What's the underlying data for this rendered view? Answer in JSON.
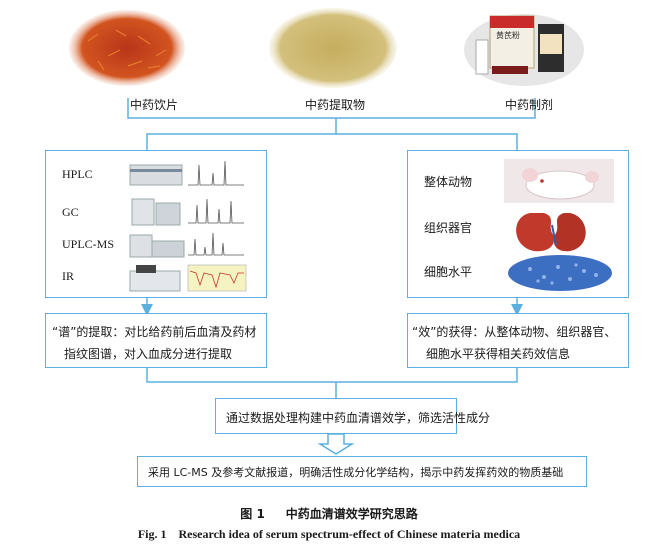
{
  "top": {
    "slices_label": "中药饮片",
    "extract_label": "中药提取物",
    "preparation_label": "中药制剂",
    "bottle_text": "黄芪粉"
  },
  "left_panel": {
    "techniques": [
      "HPLC",
      "GC",
      "UPLC-MS",
      "IR"
    ]
  },
  "right_panel": {
    "levels": [
      "整体动物",
      "组织器官",
      "细胞水平"
    ]
  },
  "spectrum_box": {
    "line1": "“谱”的提取：对比给药前后血清及药材",
    "line2": "指纹图谱，对入血成分进行提取"
  },
  "effect_box": {
    "line1": "“效”的获得：从整体动物、组织器官、",
    "line2": "细胞水平获得相关药效信息"
  },
  "process_box": {
    "text": "通过数据处理构建中药血清谱效学，筛选活性成分"
  },
  "final_box": {
    "text": "采用 LC-MS 及参考文献报道，明确活性成分化学结构，揭示中药发挥药效的物质基础"
  },
  "caption": {
    "cn": "图 1     中药血清谱效学研究思路",
    "en": "Fig. 1    Research idea of serum spectrum-effect of Chinese materia medica"
  },
  "colors": {
    "border": "#5bb0e0",
    "safflower": "#c8461a",
    "powder": "#c9b46a",
    "arrow": "#5bb0e0"
  }
}
